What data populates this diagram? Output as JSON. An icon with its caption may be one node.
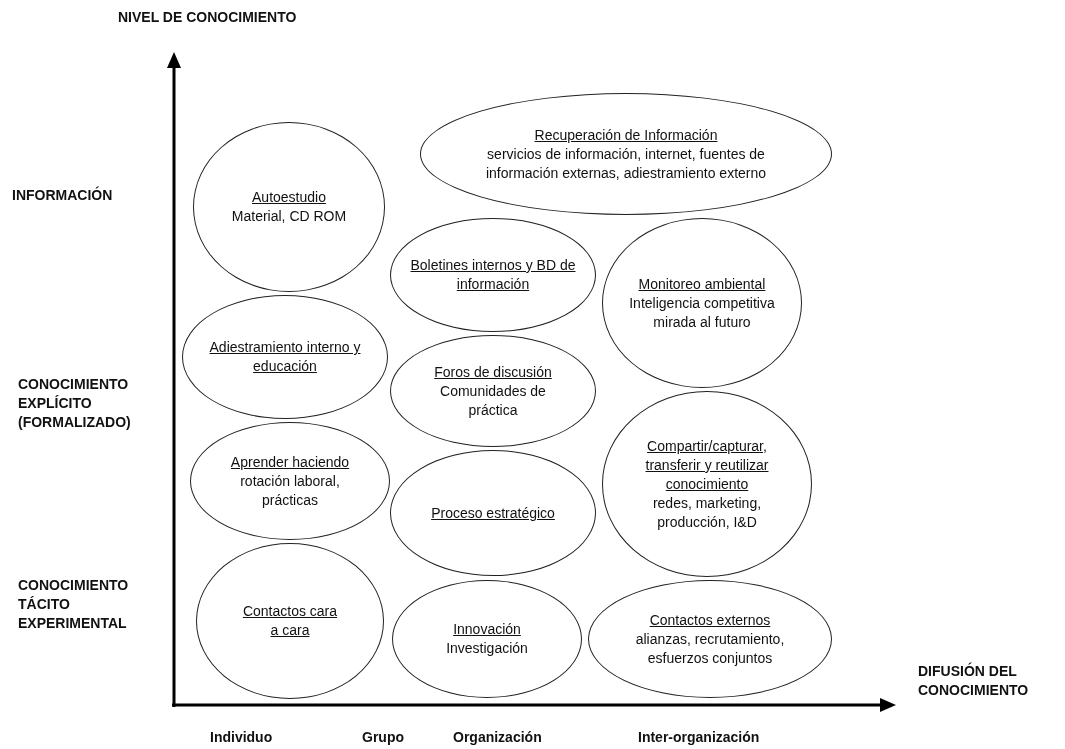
{
  "diagram": {
    "nodes": [
      {
        "text": [
          "Autoestudio",
          "Material, CD ROM"
        ]
      },
      {
        "text": [
          "Recuperación de Información",
          "servicios de información, internet, fuentes de información externas, adiestramiento externo"
        ]
      },
      {
        "text": [
          "Boletines internos y BD de información"
        ]
      },
      {
        "text": [
          "Monitoreo ambiental",
          "Inteligencia competitiva mirada al futuro"
        ]
      },
      {
        "text": [
          "Adiestramiento interno y educación"
        ]
      },
      {
        "text": [
          "Foros de discusión",
          "Comunidades de práctica"
        ]
      },
      {
        "text": [
          "Aprender haciendo",
          "rotación laboral, prácticas"
        ]
      },
      {
        "text": [
          "Proceso estratégico"
        ]
      },
      {
        "text": [
          "Compartir/capturar, transferir y reutilizar conocimiento",
          "redes, marketing, producción, I&D"
        ]
      },
      {
        "text": [
          "Contactos cara a cara"
        ]
      },
      {
        "text": [
          "Innovación",
          "Investigación"
        ]
      },
      {
        "text": [
          "Contactos externos",
          "alianzas, recrutamiento, esfuerzos conjuntos"
        ]
      }
    ],
    "labels": [
      "NIVEL DE CONOCIMIENTO",
      "INFORMACIÓN",
      "CONOCIMIENTO EXPLÍCITO (FORMALIZADO)",
      "CONOCIMIENTO TÁCITO EXPERIMENTAL",
      "DIFUSIÓN DEL CONOCIMIENTO",
      "Individuo",
      "Grupo",
      "Organización",
      "Inter-organización"
    ]
  }
}
